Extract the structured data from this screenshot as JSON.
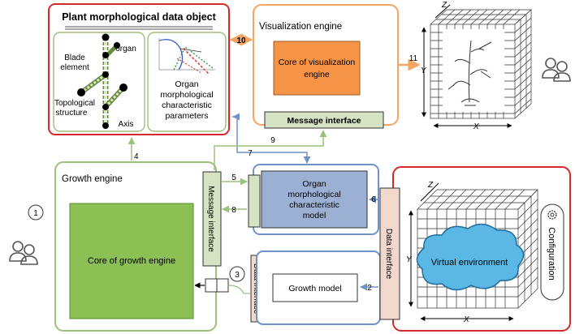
{
  "plant_object": {
    "title": "Plant morphological data object",
    "blade_label_1": "Blade",
    "blade_label_2": "element",
    "organ_label": "organ",
    "topo_label_1": "Topological",
    "topo_label_2": "structure",
    "axis_label": "Axis",
    "param_label_1": "Organ",
    "param_label_2": "morphological",
    "param_label_3": "characteristic",
    "param_label_4": "parameters"
  },
  "visualization_engine": {
    "title": "Visualization engine",
    "core_1": "Core of visualization",
    "core_2": "engine",
    "message_interface": "Message interface"
  },
  "growth_engine": {
    "title": "Growth engine",
    "core": "Core of growth engine",
    "message_interface": "Message interface",
    "data_interface": "Data interface"
  },
  "organ_model": {
    "line_1": "Organ",
    "line_2": "morphological",
    "line_3": "characteristic",
    "line_4": "model"
  },
  "growth_model": {
    "label": "Growth model"
  },
  "environment": {
    "data_interface": "Data interface",
    "virtual_environment": "Virtual environment",
    "configuration": "Configuration"
  },
  "axes": {
    "x": "X",
    "y": "Y",
    "z": "Z"
  },
  "arrows": {
    "a2": "2",
    "a4": "4",
    "a5": "5",
    "a6": "6",
    "a7": "7",
    "a8": "8",
    "a9": "9",
    "a10": "10",
    "a11": "11"
  },
  "markers": {
    "m1": "1",
    "m3": "3"
  },
  "colors": {
    "red": "#d42a2a",
    "orange": "#f5a561",
    "green": "#9bc27a",
    "blue": "#6f93c7",
    "core_orange": "#f59347",
    "core_green": "#8cbf54",
    "organ_blue": "#9cb0d3",
    "interface_green": "#d5e2c3",
    "interface_pink": "#f2d8cc",
    "cloud": "#5bb7e3"
  },
  "icons": [
    "people-icon",
    "gear-icon",
    "plant-diagram",
    "curve-diagram",
    "cloud-shape",
    "grid-cube"
  ]
}
